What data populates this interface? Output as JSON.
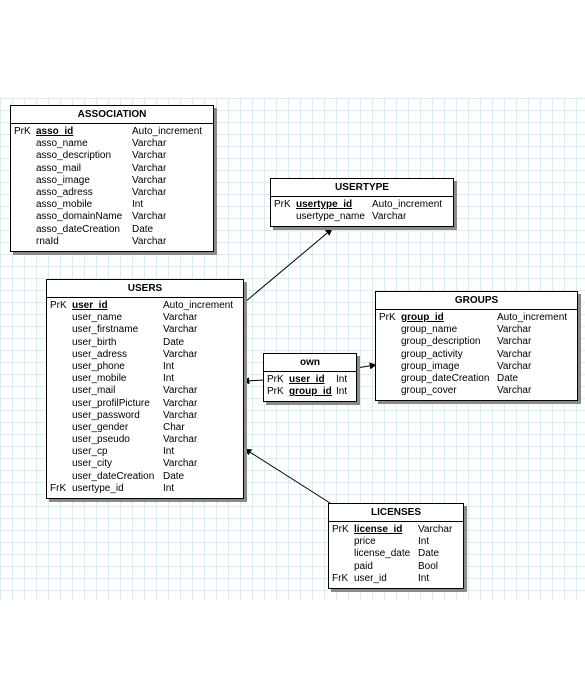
{
  "entities": {
    "association": {
      "title": "ASSOCIATION",
      "fields": [
        {
          "key": "PrK",
          "name": "asso_id",
          "type": "Auto_increment",
          "pk": true
        },
        {
          "key": "",
          "name": "asso_name",
          "type": "Varchar"
        },
        {
          "key": "",
          "name": "asso_description",
          "type": "Varchar"
        },
        {
          "key": "",
          "name": "asso_mail",
          "type": "Varchar"
        },
        {
          "key": "",
          "name": "asso_image",
          "type": "Varchar"
        },
        {
          "key": "",
          "name": "asso_adress",
          "type": "Varchar"
        },
        {
          "key": "",
          "name": "asso_mobile",
          "type": "Int"
        },
        {
          "key": "",
          "name": "asso_domainName",
          "type": "Varchar"
        },
        {
          "key": "",
          "name": "asso_dateCreation",
          "type": "Date"
        },
        {
          "key": "",
          "name": "rnaId",
          "type": "Varchar"
        }
      ]
    },
    "usertype": {
      "title": "USERTYPE",
      "fields": [
        {
          "key": "PrK",
          "name": "usertype_id",
          "type": "Auto_increment",
          "pk": true
        },
        {
          "key": "",
          "name": "usertype_name",
          "type": "Varchar"
        }
      ]
    },
    "users": {
      "title": "USERS",
      "fields": [
        {
          "key": "PrK",
          "name": "user_id",
          "type": "Auto_increment",
          "pk": true
        },
        {
          "key": "",
          "name": "user_name",
          "type": "Varchar"
        },
        {
          "key": "",
          "name": "user_firstname",
          "type": "Varchar"
        },
        {
          "key": "",
          "name": "user_birth",
          "type": "Date"
        },
        {
          "key": "",
          "name": "user_adress",
          "type": "Varchar"
        },
        {
          "key": "",
          "name": "user_phone",
          "type": "Int"
        },
        {
          "key": "",
          "name": "user_mobile",
          "type": "Int"
        },
        {
          "key": "",
          "name": "user_mail",
          "type": "Varchar"
        },
        {
          "key": "",
          "name": "user_profilPicture",
          "type": "Varchar"
        },
        {
          "key": "",
          "name": "user_password",
          "type": "Varchar"
        },
        {
          "key": "",
          "name": "user_gender",
          "type": "Char"
        },
        {
          "key": "",
          "name": "user_pseudo",
          "type": "Varchar"
        },
        {
          "key": "",
          "name": "user_cp",
          "type": "Int"
        },
        {
          "key": "",
          "name": "user_city",
          "type": "Varchar"
        },
        {
          "key": "",
          "name": "user_dateCreation",
          "type": "Date"
        },
        {
          "key": "FrK",
          "name": "usertype_id",
          "type": "Int"
        }
      ]
    },
    "groups": {
      "title": "GROUPS",
      "fields": [
        {
          "key": "PrK",
          "name": "group_id",
          "type": "Auto_increment",
          "pk": true
        },
        {
          "key": "",
          "name": "group_name",
          "type": "Varchar"
        },
        {
          "key": "",
          "name": "group_description",
          "type": "Varchar"
        },
        {
          "key": "",
          "name": "group_activity",
          "type": "Varchar"
        },
        {
          "key": "",
          "name": "group_image",
          "type": "Varchar"
        },
        {
          "key": "",
          "name": "group_dateCreation",
          "type": "Date"
        },
        {
          "key": "",
          "name": "group_cover",
          "type": "Varchar"
        }
      ]
    },
    "own": {
      "title": "own",
      "fields": [
        {
          "key": "PrK",
          "name": "user_id",
          "type": "Int",
          "pk": true
        },
        {
          "key": "PrK",
          "name": "group_id",
          "type": "Int",
          "pk": true
        }
      ]
    },
    "licenses": {
      "title": "LICENSES",
      "fields": [
        {
          "key": "PrK",
          "name": "license_id",
          "type": "Varchar",
          "pk": true
        },
        {
          "key": "",
          "name": "price",
          "type": "Int"
        },
        {
          "key": "",
          "name": "license_date",
          "type": "Date"
        },
        {
          "key": "",
          "name": "paid",
          "type": "Bool"
        },
        {
          "key": "FrK",
          "name": "user_id",
          "type": "Int"
        }
      ]
    }
  },
  "relationships": [
    {
      "from": "users",
      "to": "usertype"
    },
    {
      "from": "own",
      "to": "users"
    },
    {
      "from": "own",
      "to": "groups"
    },
    {
      "from": "licenses",
      "to": "users"
    }
  ]
}
